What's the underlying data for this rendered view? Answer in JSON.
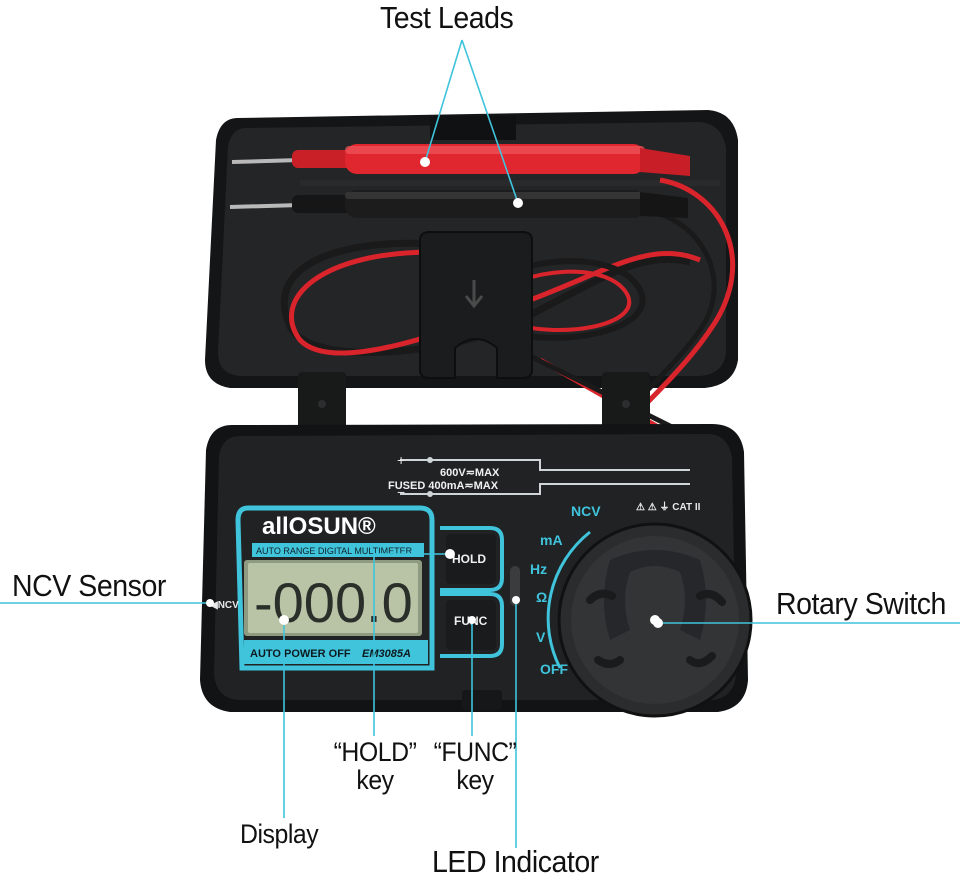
{
  "callouts": {
    "test_leads": "Test Leads",
    "ncv_sensor": "NCV Sensor",
    "rotary_switch": "Rotary Switch",
    "hold_key_line1": "“HOLD”",
    "hold_key_line2": "key",
    "func_key_line1": "“FUNC”",
    "func_key_line2": "key",
    "display": "Display",
    "led_indicator": "LED Indicator"
  },
  "device": {
    "brand": "allOSUN®",
    "subtitle": "AUTO RANGE DIGITAL MULTIMETER",
    "lcd_reading": "-000.0",
    "auto_power_off": "AUTO POWER OFF",
    "model": "EM3085A",
    "hold_label": "HOLD",
    "func_label": "FUNC",
    "ncv_side_label": "◀NCV",
    "jack_plus": "+",
    "jack_minus": "−",
    "jack_rating_1": "600V≂MAX",
    "jack_rating_2": "FUSED 400mA≂MAX",
    "cat_label": "⚠ ⚠ ⏚ CAT II",
    "dial_labels": [
      "NCV",
      "mA",
      "Hz",
      "Ω",
      "V",
      "OFF"
    ]
  },
  "colors": {
    "accent_cyan": "#3fc4dc",
    "lead_red": "#e0262f",
    "lead_black": "#1c1c1c",
    "case_dark": "#1f2022",
    "lcd_green": "#b9c3a6"
  }
}
